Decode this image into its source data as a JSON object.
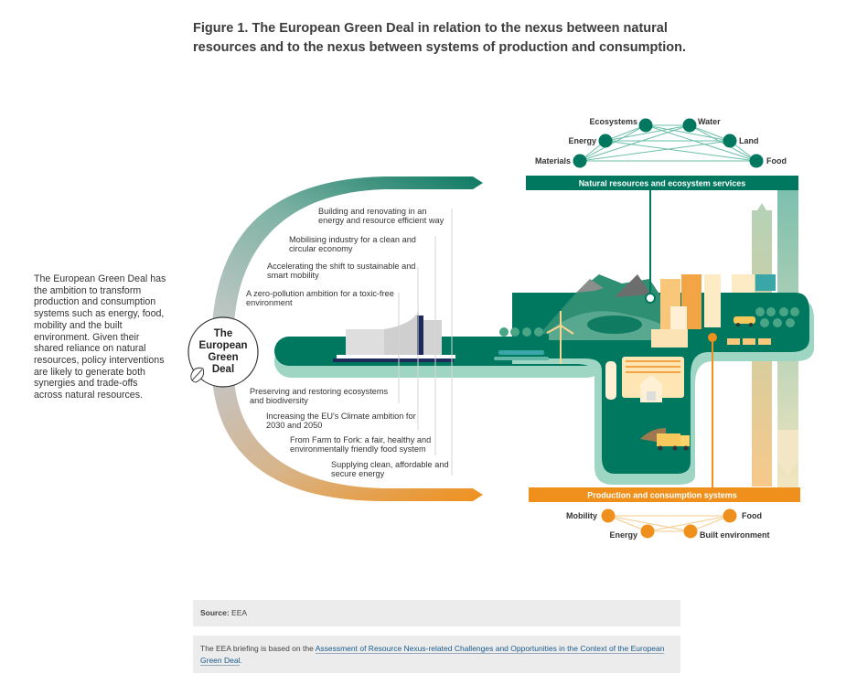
{
  "figure": {
    "title": "Figure 1. The European Green Deal in relation to the nexus between natural resources and to the nexus between systems of production and consumption."
  },
  "side_text": "The European Green Deal has the ambition to transform production and consumption systems such as energy, food, mobility and the built environment. Given their shared reliance on natural resources, policy interventions are likely to generate both synergies and trade-offs across natural resources.",
  "center": {
    "label_lines": [
      "The",
      "European",
      "Green",
      "Deal"
    ],
    "icon": "leaf-icon"
  },
  "policy_upper": [
    [
      "Building and renovating in an",
      "energy and resource efficient way"
    ],
    [
      "Mobilising industry for a clean and",
      "circular economy"
    ],
    [
      "Accelerating the shift to sustainable and",
      "smart mobility"
    ],
    [
      "A zero-pollution ambition for a toxic-free",
      "environment"
    ]
  ],
  "policy_lower": [
    [
      "Preserving and restoring ecosystems",
      "and biodiversity"
    ],
    [
      "Increasing the EU's Climate ambition for",
      "2030 and 2050"
    ],
    [
      "From Farm to Fork: a fair, healthy and",
      "environmentally friendly food system"
    ],
    [
      "Supplying clean, affordable and",
      "secure energy"
    ]
  ],
  "natural_resources": {
    "bar_label": "Natural resources and ecosystem services",
    "color": "#00775f",
    "nodes": [
      "Ecosystems",
      "Water",
      "Energy",
      "Land",
      "Materials",
      "Food"
    ]
  },
  "production_consumption": {
    "bar_label": "Production and consumption systems",
    "color": "#f0901c",
    "nodes": [
      "Mobility",
      "Food",
      "Energy",
      "Built environment"
    ]
  },
  "colors": {
    "teal": "#00775f",
    "light_teal": "#9fd6c3",
    "orange": "#f0901c",
    "navy": "#1d2a5a"
  },
  "source_box": {
    "label": "Source:",
    "value": "EEA"
  },
  "note_box": {
    "prefix": "The EEA briefing is based on the ",
    "link_text": "Assessment of Resource Nexus-related Challenges and Opportunities in the Context of the European Green Deal",
    "suffix": "."
  }
}
